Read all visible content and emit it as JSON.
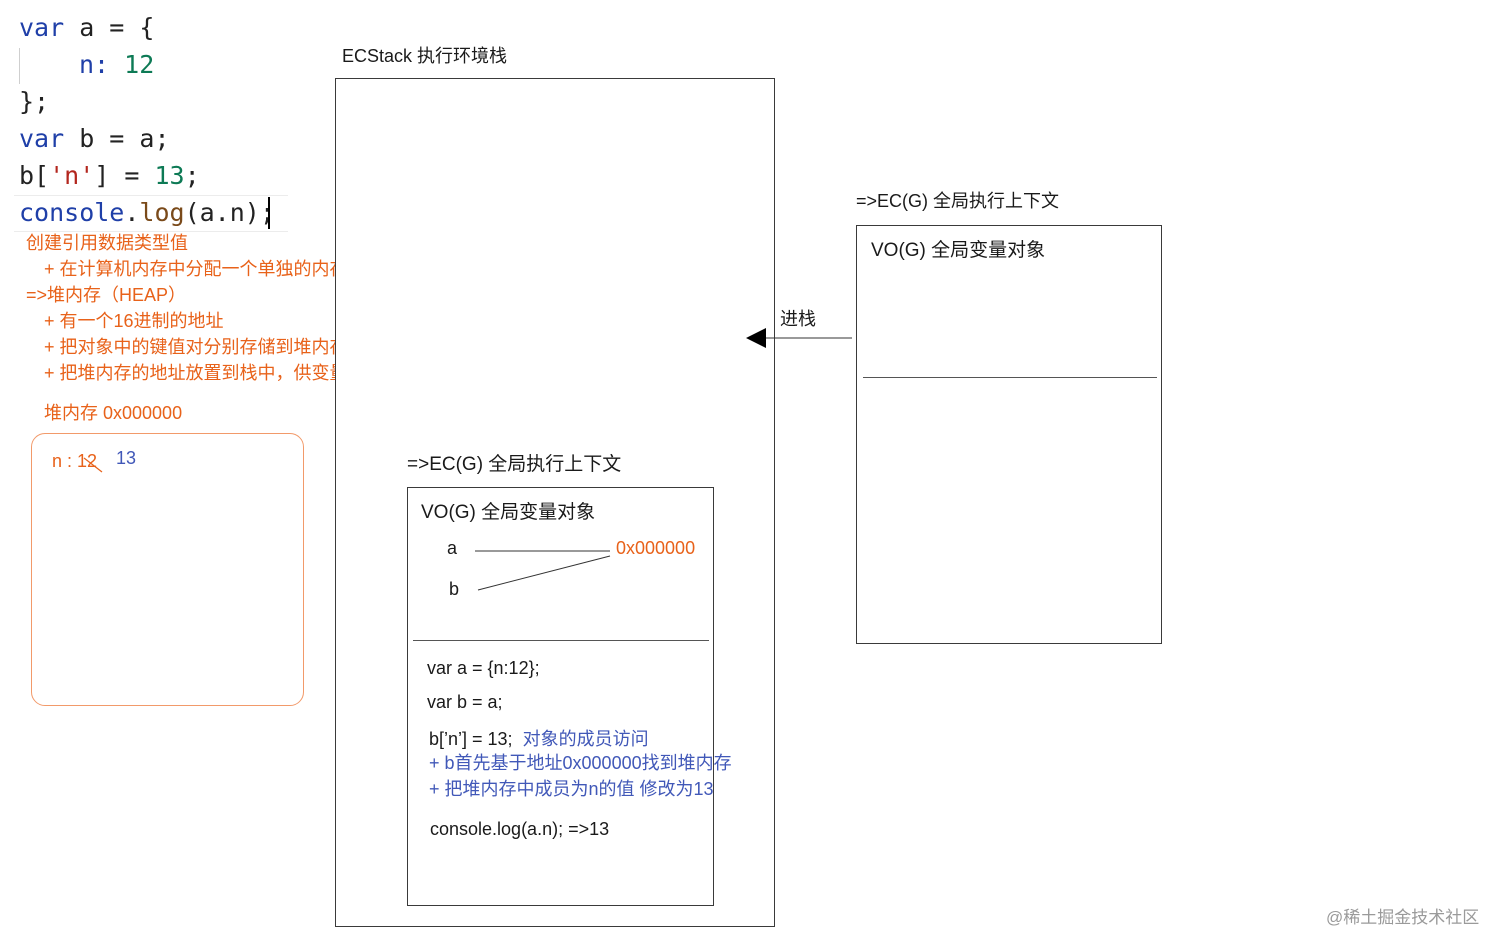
{
  "code": {
    "line1": {
      "kw": "var",
      "rest": " a = {"
    },
    "line2": {
      "key": "n:",
      "num": "12"
    },
    "line3": "};",
    "line4": {
      "kw": "var",
      "rest": " b = a;"
    },
    "line5": {
      "pre": "b[",
      "str": "'n'",
      "mid": "] = ",
      "num": "13",
      "end": ";"
    },
    "line6": {
      "obj": "console",
      "dot": ".",
      "fn": "log",
      "args": "(a.n);"
    }
  },
  "notes": {
    "n1": "创建引用数据类型值",
    "n2": "+ 在计算机内存中分配一个单独的内存出来",
    "n3": "=>堆内存（HEAP）",
    "n4": "+ 有一个16进制的地址",
    "n5": "+ 把对象中的键值对分别存储到堆内存中",
    "n6": "+ 把堆内存的地址放置到栈中，供变量调用"
  },
  "heap": {
    "title": "堆内存  0x000000",
    "entry_key": "n : ",
    "old_value": "12",
    "new_value": "13"
  },
  "stack": {
    "title": "ECStack 执行环境栈"
  },
  "ec_inner": {
    "title": "=>EC(G)  全局执行上下文",
    "vo_title": "VO(G) 全局变量对象",
    "var_a": "a",
    "var_b": "b",
    "address": "0x000000",
    "stmt1": "var   a = {n:12};",
    "stmt2": "var b = a;",
    "stmt3": "b[’n’] = 13;",
    "stmt3_note": "对象的成员访问",
    "stmt3_n1": "+ b首先基于地址0x000000找到堆内存",
    "stmt3_n2": "+ 把堆内存中成员为n的值 修改为13",
    "stmt4": "console.log(a.n);   =>13"
  },
  "ec_outer": {
    "title": "=>EC(G)  全局执行上下文",
    "vo_title": "VO(G) 全局变量对象",
    "push_label": "进栈"
  },
  "watermark": "@稀土掘金技术社区"
}
